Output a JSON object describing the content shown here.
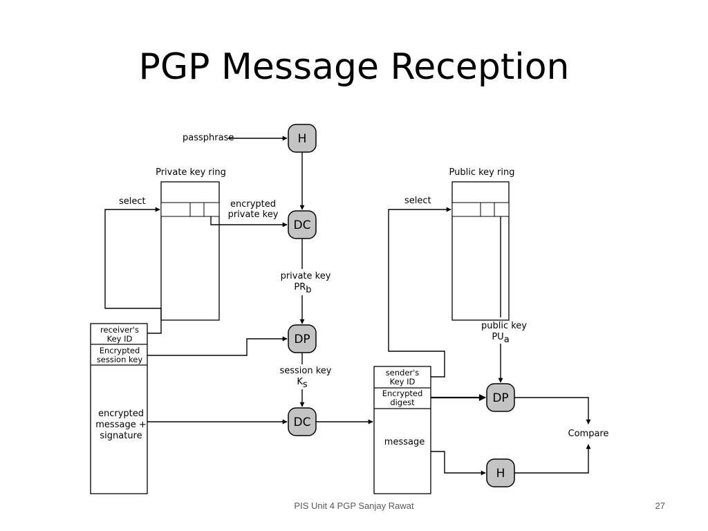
{
  "title": "PGP Message Reception",
  "footer": "PIS Unit 4 PGP Sanjay Rawat",
  "page_number": "27",
  "diagram": {
    "nodes": {
      "h_top": "H",
      "dc_top": "DC",
      "dp_mid": "DP",
      "dc_bottom": "DC",
      "dp_right": "DP",
      "h_right": "H"
    },
    "labels": {
      "passphrase": "passphrase",
      "private_key_ring": "Private key ring",
      "public_key_ring": "Public key ring",
      "select_left": "select",
      "select_right": "select",
      "encrypted_private_key_1": "encrypted",
      "encrypted_private_key_2": "private key",
      "private_key": "private key",
      "pr_main": "PR",
      "pr_sub": "b",
      "session_key": "session key",
      "ks_main": "K",
      "ks_sub": "s",
      "public_key": "public key",
      "pu_main": "PU",
      "pu_sub": "a",
      "compare": "Compare"
    },
    "left_message": {
      "receivers_key_id_1": "receiver's",
      "receivers_key_id_2": "Key ID",
      "encrypted_session_key_1": "Encrypted",
      "encrypted_session_key_2": "session key",
      "body_1": "encrypted",
      "body_2": "message +",
      "body_3": "signature"
    },
    "right_message": {
      "senders_key_id_1": "sender's",
      "senders_key_id_2": "Key ID",
      "encrypted_digest_1": "Encrypted",
      "encrypted_digest_2": "digest",
      "body": "message"
    }
  }
}
